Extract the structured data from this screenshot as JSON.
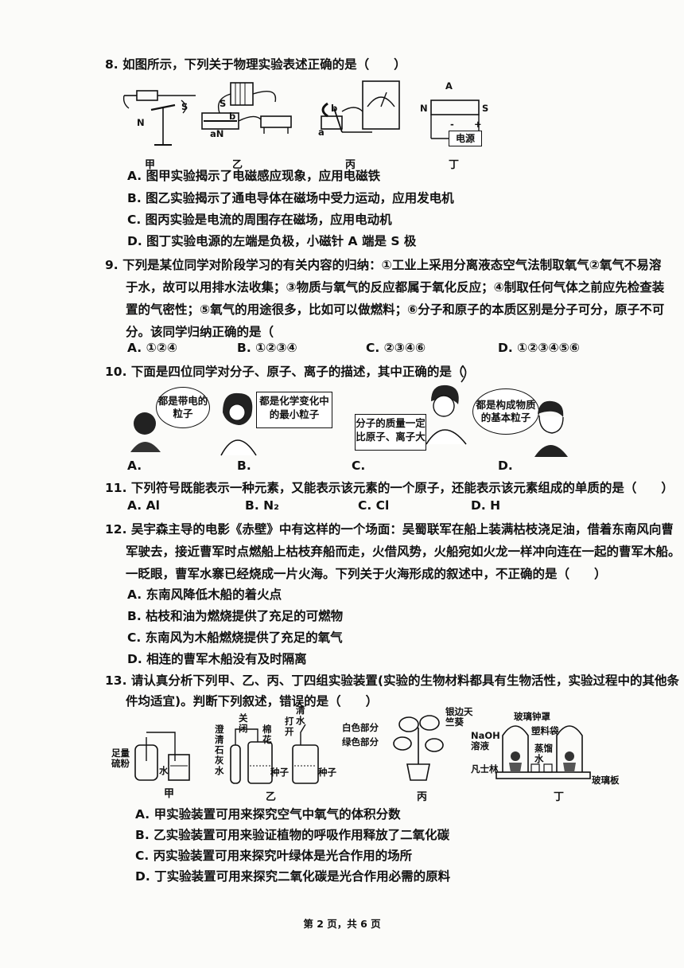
{
  "q8": {
    "stem": "8. 如图所示，下列关于物理实验表述正确的是（　　）",
    "fig_labels": [
      "甲",
      "乙",
      "丙",
      "丁"
    ],
    "fig_text": {
      "n": "N",
      "s": "S",
      "a": "a",
      "b": "b",
      "an": "aN",
      "a_top": "A",
      "power": "电源",
      "minus": "-",
      "plus": "+"
    },
    "options": [
      "A. 图甲实验揭示了电磁感应现象，应用电磁铁",
      "B. 图乙实验揭示了通电导体在磁场中受力运动，应用发电机",
      "C. 图丙实验是电流的周围存在磁场，应用电动机",
      "D. 图丁实验电源的左端是负极，小磁针 A 端是 S 极"
    ]
  },
  "q9": {
    "stem_lines": [
      "9. 下列是某位同学对阶段学习的有关内容的归纳：①工业上采用分离液态空气法制取氧气②氧气不易溶",
      "于水，故可以用排水法收集；③物质与氧气的反应都属于氧化反应；④制取任何气体之前应先检查装",
      "置的气密性；⑤氧气的用途很多，比如可以做燃料；⑥分子和原子的本质区别是分子可分，原子不可",
      "分。该同学归纳正确的是（"
    ],
    "options": [
      "A. ①②④",
      "B. ①②③④",
      "C. ②③④⑥",
      "D. ①②③④⑤⑥"
    ]
  },
  "q10": {
    "stem": "10. 下面是四位同学对分子、原子、离子的描述，其中正确的是（",
    "bubbles": [
      "都是带电的粒子",
      "都是化学变化中的最小粒子",
      "分子的质量一定比原子、离子大",
      "都是构成物质的基本粒子"
    ],
    "options": [
      "A.",
      "B.",
      "C.",
      "D."
    ]
  },
  "q11": {
    "stem": "11. 下列符号既能表示一种元素，又能表示该元素的一个原子，还能表示该元素组成的单质的是（　　）",
    "options": [
      "A. Al",
      "B. N₂",
      "C. Cl",
      "D. H"
    ]
  },
  "q12": {
    "stem_lines": [
      "12. 吴宇森主导的电影《赤壁》中有这样的一个场面：吴蜀联军在船上装满枯枝浇足油，借着东南风向曹",
      "军驶去，接近曹军时点燃船上枯枝弃船而走，火借风势，火船宛如火龙一样冲向连在一起的曹军木船。",
      "一眨眼，曹军水寨已经烧成一片火海。下列关于火海形成的叙述中，不正确的是（　　）"
    ],
    "options": [
      "A. 东南风降低木船的着火点",
      "B. 枯枝和油为燃烧提供了充足的可燃物",
      "C. 东南风为木船燃烧提供了充足的氧气",
      "D. 相连的曹军木船没有及时隔离"
    ]
  },
  "q13": {
    "stem_lines": [
      "13. 请认真分析下列甲、乙、丙、丁四组实验装置(实验的生物材料都具有生物活性，实验过程中的其他条",
      "件均适宜)。判断下列叙述，错误的是（　　）"
    ],
    "fig_labels": [
      "甲",
      "乙",
      "丙",
      "丁"
    ],
    "fig_text": {
      "sulfur": "足量硫粉",
      "water": "水",
      "limewater": "澄清石灰水",
      "close": "关闭",
      "cotton": "棉花",
      "open": "打开",
      "clearwater": "清水",
      "seeds1": "种子",
      "seeds2": "种子",
      "silver": "银边天竺葵",
      "white": "白色部分",
      "green": "绿色部分",
      "bell": "玻璃钟罩",
      "bag": "塑料袋",
      "naoh": "NaOH溶液",
      "distilled": "蒸馏水",
      "vaseline": "凡士林",
      "plate": "玻璃板"
    },
    "options": [
      "A. 甲实验装置可用来探究空气中氧气的体积分数",
      "B. 乙实验装置可用来验证植物的呼吸作用释放了二氧化碳",
      "C. 丙实验装置可用来探究叶绿体是光合作用的场所",
      "D. 丁实验装置可用来探究二氧化碳是光合作用必需的原料"
    ]
  },
  "footer": "第 2 页，共 6 页"
}
